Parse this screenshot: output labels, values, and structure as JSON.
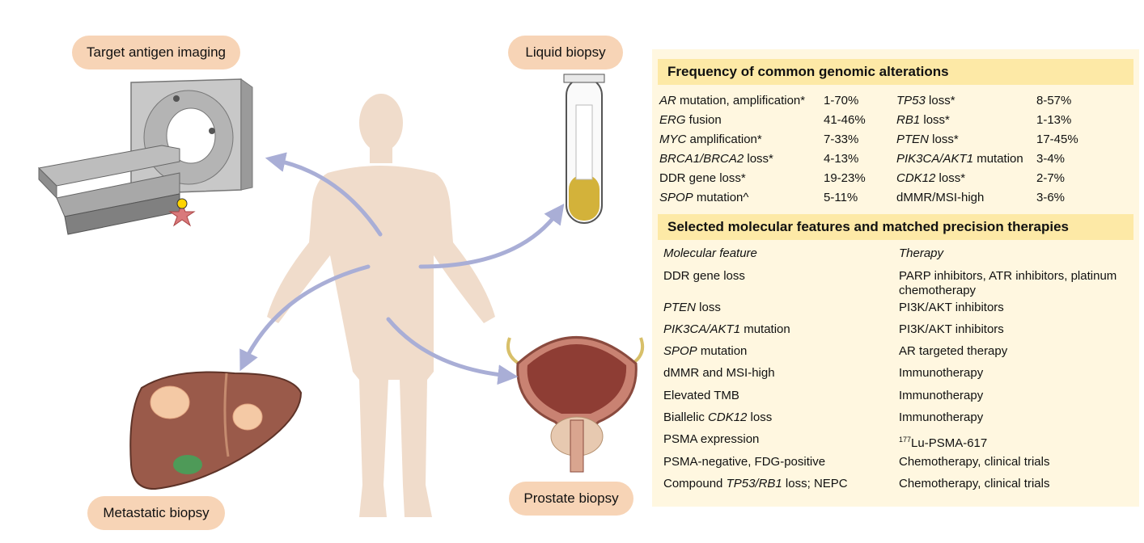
{
  "labels": {
    "target_imaging": "Target antigen imaging",
    "liquid_biopsy": "Liquid biopsy",
    "metastatic_biopsy": "Metastatic biopsy",
    "prostate_biopsy": "Prostate biopsy"
  },
  "frequency": {
    "title": "Frequency of common genomic alterations",
    "left": [
      {
        "gene": "AR",
        "rest": " mutation, amplification*",
        "value": "1-70%"
      },
      {
        "gene": "ERG",
        "rest": " fusion",
        "value": "41-46%"
      },
      {
        "gene": "MYC",
        "rest": " amplification*",
        "value": "7-33%"
      },
      {
        "gene": "BRCA1/BRCA2",
        "rest": " loss*",
        "value": "4-13%"
      },
      {
        "gene": "",
        "rest": "DDR gene loss*",
        "value": "19-23%"
      },
      {
        "gene": "SPOP",
        "rest": " mutation^",
        "value": "5-11%"
      }
    ],
    "right": [
      {
        "gene": "TP53",
        "rest": " loss*",
        "value": "8-57%"
      },
      {
        "gene": "RB1",
        "rest": " loss*",
        "value": "1-13%"
      },
      {
        "gene": "PTEN",
        "rest": " loss*",
        "value": "17-45%"
      },
      {
        "gene": "PIK3CA/AKT1",
        "rest": " mutation",
        "value": "3-4%"
      },
      {
        "gene": "CDK12",
        "rest": " loss*",
        "value": "2-7%"
      },
      {
        "gene": "",
        "rest": "dMMR/MSI-high",
        "value": "3-6%"
      }
    ]
  },
  "therapies": {
    "title": "Selected molecular features and matched precision therapies",
    "header_feature": "Molecular feature",
    "header_therapy": "Therapy",
    "rows": [
      {
        "pre": "DDR gene loss",
        "gene": "",
        "post": "",
        "therapy": "PARP inhibitors, ATR inhibitors, platinum",
        "therapy2": "chemotherapy"
      },
      {
        "pre": "",
        "gene": "PTEN",
        "post": " loss",
        "therapy": "PI3K/AKT inhibitors",
        "therapy2": ""
      },
      {
        "pre": "",
        "gene": "PIK3CA/AKT1",
        "post": " mutation",
        "therapy": "PI3K/AKT inhibitors",
        "therapy2": ""
      },
      {
        "pre": "",
        "gene": "SPOP",
        "post": " mutation",
        "therapy": "AR targeted therapy",
        "therapy2": ""
      },
      {
        "pre": "dMMR and MSI-high",
        "gene": "",
        "post": "",
        "therapy": "Immunotherapy",
        "therapy2": ""
      },
      {
        "pre": "Elevated TMB",
        "gene": "",
        "post": "",
        "therapy": "Immunotherapy",
        "therapy2": ""
      },
      {
        "pre": "Biallelic ",
        "gene": "CDK12",
        "post": " loss",
        "therapy": "Immunotherapy",
        "therapy2": ""
      },
      {
        "pre": "PSMA expression",
        "gene": "",
        "post": "",
        "therapy": "Lu-PSMA-617",
        "sup": "177",
        "therapy2": ""
      },
      {
        "pre": "PSMA-negative, FDG-positive",
        "gene": "",
        "post": "",
        "therapy": "Chemotherapy, clinical trials",
        "therapy2": ""
      },
      {
        "pre": "Compound ",
        "gene": "TP53/RB1",
        "post": " loss; NEPC",
        "therapy": "Chemotherapy, clinical trials",
        "therapy2": ""
      }
    ]
  },
  "colors": {
    "pill": "#f7d4b6",
    "panel": "#fff7e0",
    "band": "#fde9a6",
    "arrow": "#a9aed6",
    "body": "#f0dccb"
  }
}
